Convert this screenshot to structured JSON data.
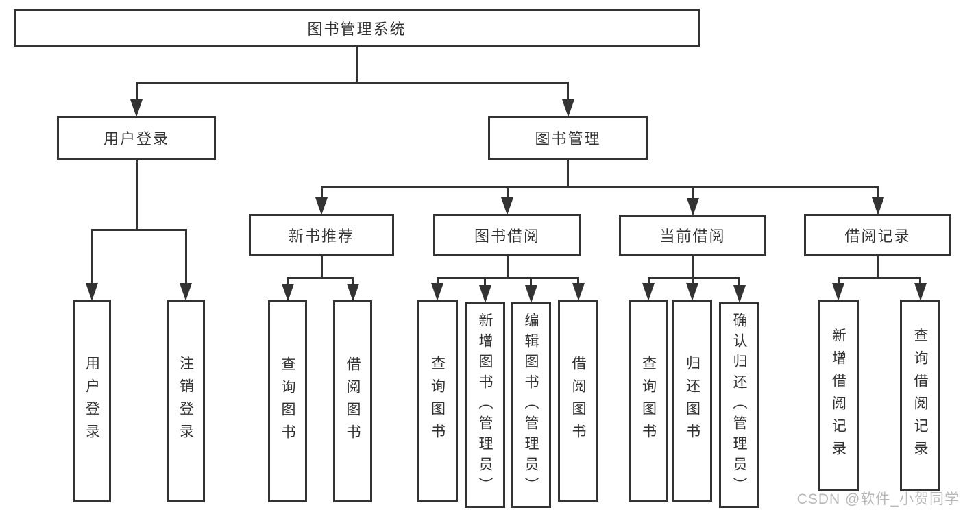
{
  "colors": {
    "line": "#333333",
    "text": "#333333",
    "background": "#ffffff",
    "watermark": "#b8b8b8"
  },
  "watermark": {
    "text": "CSDN @软件_小贺同学"
  },
  "nodes": {
    "root": {
      "label": "图书管理系统"
    },
    "user-login-group": {
      "label": "用户登录"
    },
    "book-management": {
      "label": "图书管理"
    },
    "user-login": {
      "label": "用户登录"
    },
    "logout-login": {
      "label": "注销登录"
    },
    "new-book-recommend": {
      "label": "新书推荐"
    },
    "book-borrowing": {
      "label": "图书借阅"
    },
    "current-borrowing": {
      "label": "当前借阅"
    },
    "borrowing-records": {
      "label": "借阅记录"
    },
    "query-books-new": {
      "label": "查询图书"
    },
    "borrow-books-new": {
      "label": "借阅图书"
    },
    "query-books-borrow": {
      "label": "查询图书"
    },
    "add-books-admin": {
      "label": "新增图书（管理员）"
    },
    "edit-books-admin": {
      "label": "编辑图书（管理员）"
    },
    "borrow-books-borrow": {
      "label": "借阅图书"
    },
    "query-books-current": {
      "label": "查询图书"
    },
    "return-books": {
      "label": "归还图书"
    },
    "confirm-return-admin": {
      "label": "确认归还（管理员）"
    },
    "add-borrow-record": {
      "label": "新增借阅记录"
    },
    "query-borrow-record": {
      "label": "查询借阅记录"
    }
  },
  "hierarchy": {
    "root": [
      "user-login-group",
      "book-management"
    ],
    "user-login-group": [
      "user-login",
      "logout-login"
    ],
    "book-management": [
      "new-book-recommend",
      "book-borrowing",
      "current-borrowing",
      "borrowing-records"
    ],
    "new-book-recommend": [
      "query-books-new",
      "borrow-books-new"
    ],
    "book-borrowing": [
      "query-books-borrow",
      "add-books-admin",
      "edit-books-admin",
      "borrow-books-borrow"
    ],
    "current-borrowing": [
      "query-books-current",
      "return-books",
      "confirm-return-admin"
    ],
    "borrowing-records": [
      "add-borrow-record",
      "query-borrow-record"
    ]
  }
}
